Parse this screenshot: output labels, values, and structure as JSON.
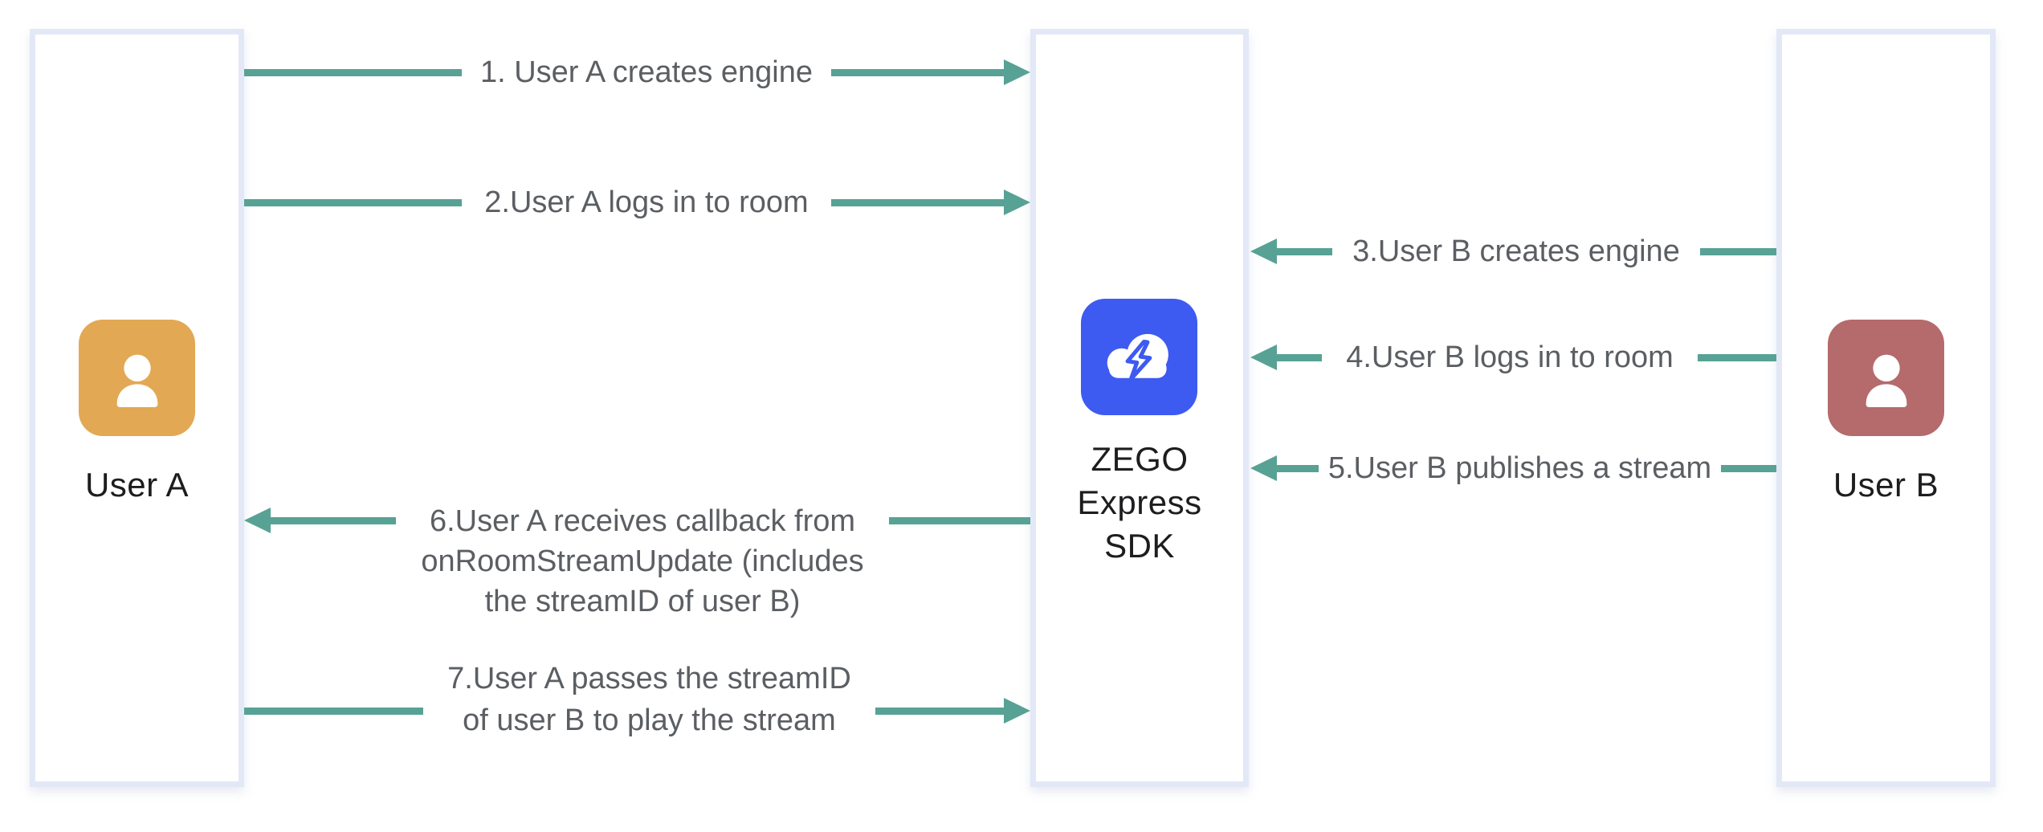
{
  "actors": {
    "user_a": {
      "label": "User A",
      "icon": "person-icon"
    },
    "sdk": {
      "label_lines": [
        "ZEGO",
        "Express",
        "SDK"
      ],
      "icon": "cloud-lightning-icon"
    },
    "user_b": {
      "label": "User B",
      "icon": "person-icon"
    }
  },
  "messages": [
    {
      "label_lines": [
        "1. User A creates engine"
      ],
      "direction": "right"
    },
    {
      "label_lines": [
        "2.User A logs in to room"
      ],
      "direction": "right"
    },
    {
      "label_lines": [
        "3.User B creates engine"
      ],
      "direction": "left"
    },
    {
      "label_lines": [
        "4.User B logs in to room"
      ],
      "direction": "left"
    },
    {
      "label_lines": [
        "5.User B publishes a stream"
      ],
      "direction": "left"
    },
    {
      "label_lines": [
        "6.User A receives callback from",
        "onRoomStreamUpdate (includes",
        "the streamID of user B)"
      ],
      "direction": "left"
    },
    {
      "label_lines": [
        "7.User A passes the streamID",
        "of user B to play the stream"
      ],
      "direction": "right"
    }
  ],
  "colors": {
    "arrow": "#57a294",
    "message_text": "#5b5e62",
    "actor_text": "#1d1d1f",
    "lane_border": "#e3e8f7",
    "lane_fill": "#ffffff",
    "user_a_icon_bg": "#e2a854",
    "user_b_icon_bg": "#b56a6c",
    "sdk_icon_bg": "#3d5af1",
    "icon_glyph": "#ffffff",
    "canvas_bg": "#ffffff"
  }
}
